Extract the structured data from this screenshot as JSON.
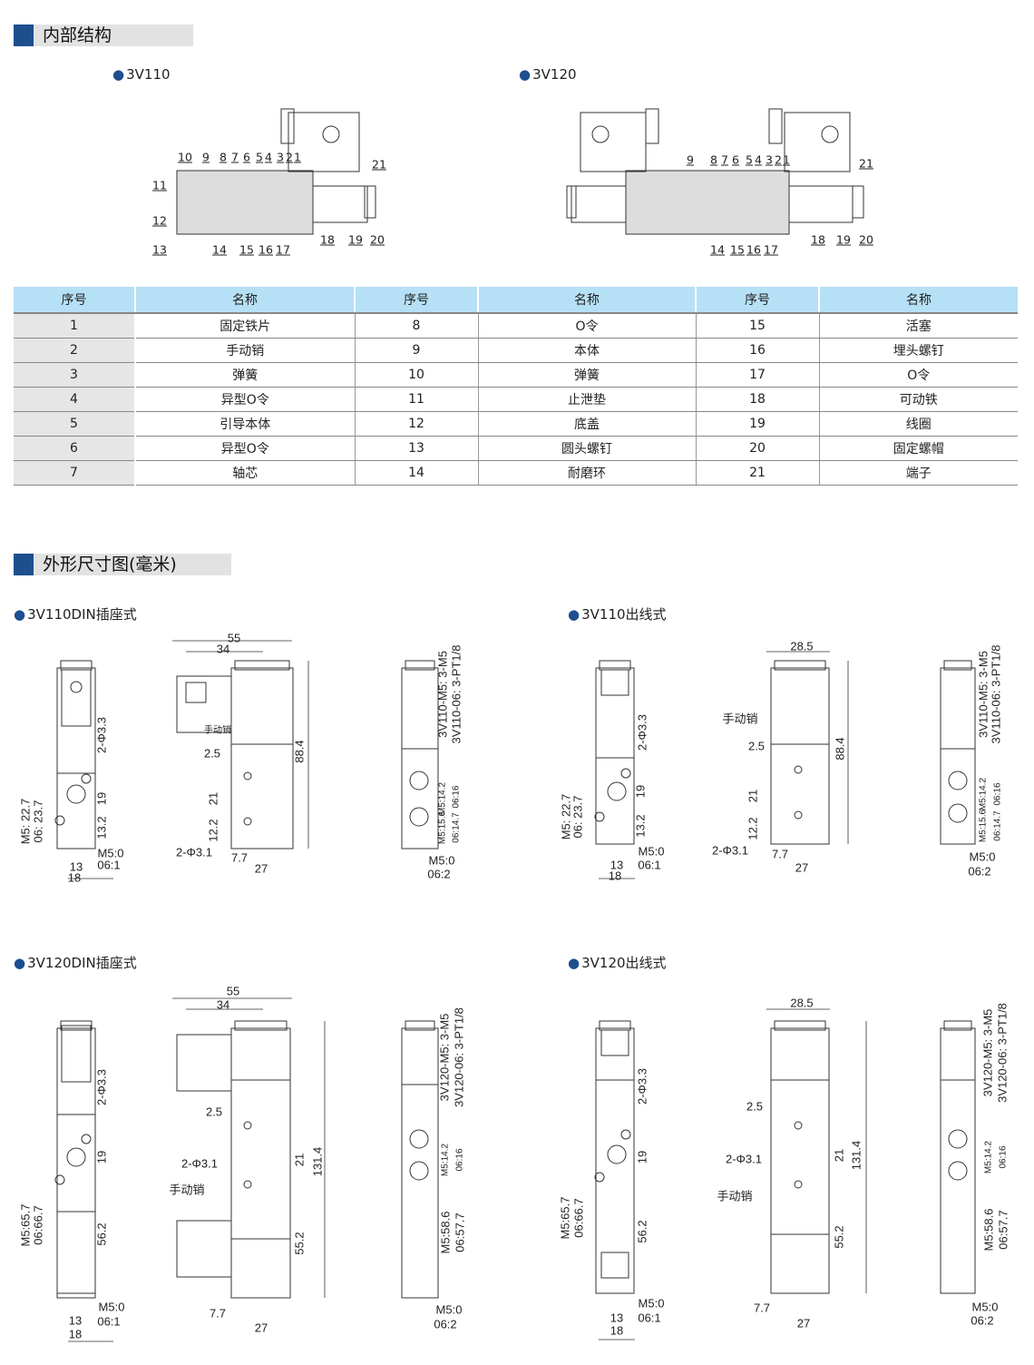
{
  "section1": {
    "title": "内部结构"
  },
  "section2": {
    "title": "外形尺寸图(毫米)"
  },
  "structure": {
    "models": [
      "3V110",
      "3V120"
    ],
    "callouts_3v110": [
      "10",
      "9",
      "8",
      "7",
      "6",
      "5",
      "4",
      "3",
      "2",
      "1",
      "11",
      "12",
      "13",
      "14",
      "15",
      "16",
      "17",
      "18",
      "19",
      "20",
      "21"
    ],
    "callouts_3v120": [
      "9",
      "8",
      "7",
      "6",
      "5",
      "4",
      "3",
      "2",
      "1",
      "21",
      "14",
      "15",
      "16",
      "17",
      "18",
      "19",
      "20"
    ]
  },
  "parts_table": {
    "headers": [
      "序号",
      "名称",
      "序号",
      "名称",
      "序号",
      "名称"
    ],
    "rows": [
      [
        "1",
        "固定铁片",
        "8",
        "O令",
        "15",
        "活塞"
      ],
      [
        "2",
        "手动销",
        "9",
        "本体",
        "16",
        "埋头螺钉"
      ],
      [
        "3",
        "弹簧",
        "10",
        "弹簧",
        "17",
        "O令"
      ],
      [
        "4",
        "异型O令",
        "11",
        "止泄垫",
        "18",
        "可动铁"
      ],
      [
        "5",
        "引导本体",
        "12",
        "底盖",
        "19",
        "线圈"
      ],
      [
        "6",
        "异型O令",
        "13",
        "圆头螺钉",
        "20",
        "固定螺帽"
      ],
      [
        "7",
        "轴芯",
        "14",
        "耐磨环",
        "21",
        "端子"
      ]
    ]
  },
  "drawings": [
    {
      "title": "3V110DIN插座式",
      "labels": [
        "55",
        "34",
        "手动销",
        "2.5",
        "88.4",
        "21",
        "12.2",
        "2-Φ3.1",
        "7.7",
        "27",
        "2-Φ3.3",
        "19",
        "13.2",
        "M5: 22.7",
        "06: 23.7",
        "M5:0",
        "06:1",
        "13",
        "18",
        "3V110-M5: 3-M5",
        "3V110-06: 3-PT1/8",
        "M5:14.2",
        "06:16",
        "M5:15.6",
        "06:14.7",
        "M5:0",
        "06:2"
      ]
    },
    {
      "title": "3V110出线式",
      "labels": [
        "28.5",
        "手动销",
        "2.5",
        "88.4",
        "21",
        "12.2",
        "2-Φ3.1",
        "7.7",
        "27",
        "2-Φ3.3",
        "19",
        "13.2",
        "M5: 22.7",
        "06: 23.7",
        "M5:0",
        "06:1",
        "13",
        "18",
        "3V110-M5: 3-M5",
        "3V110-06: 3-PT1/8",
        "M5:14.2",
        "06:16",
        "M5:15.6",
        "06:14.7",
        "M5:0",
        "06:2"
      ]
    },
    {
      "title": "3V120DIN插座式",
      "labels": [
        "55",
        "34",
        "2.5",
        "2-Φ3.1",
        "手动销",
        "21",
        "131.4",
        "55.2",
        "7.7",
        "27",
        "2-Φ3.3",
        "19",
        "56.2",
        "M5:65.7",
        "06:66.7",
        "M5:0",
        "06:1",
        "13",
        "18",
        "3V120-M5: 3-M5",
        "3V120-06: 3-PT1/8",
        "M5:14.2",
        "06:16",
        "M5:58.6",
        "06:57.7",
        "M5:0",
        "06:2"
      ]
    },
    {
      "title": "3V120出线式",
      "labels": [
        "28.5",
        "2.5",
        "2-Φ3.1",
        "手动销",
        "21",
        "131.4",
        "55.2",
        "7.7",
        "27",
        "2-Φ3.3",
        "19",
        "56.2",
        "M5:65.7",
        "06:66.7",
        "M5:0",
        "06:1",
        "13",
        "18",
        "3V120-M5: 3-M5",
        "3V120-06: 3-PT1/8",
        "M5:14.2",
        "06:16",
        "M5:58.6",
        "06:57.7",
        "M5:0",
        "06:2"
      ]
    }
  ]
}
